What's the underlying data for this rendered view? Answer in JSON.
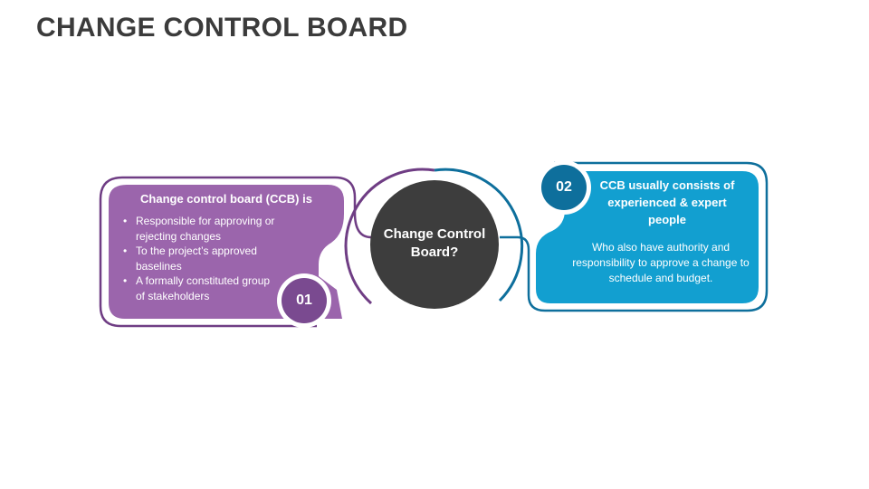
{
  "title": "CHANGE CONTROL BOARD",
  "colors": {
    "purple": "#9b65ac",
    "purple_dark": "#6f3d84",
    "blue": "#129fd0",
    "blue_dark": "#0e6f9c",
    "center": "#3d3d3d",
    "title": "#3b3b3b"
  },
  "left_card": {
    "heading": "Change control board (CCB) is",
    "bullets": [
      "Responsible for approving or rejecting changes",
      "To the project’s approved baselines",
      "A formally constituted group of stakeholders"
    ],
    "badge": "01"
  },
  "center": {
    "label": "Change Control Board?"
  },
  "right_card": {
    "heading": "CCB usually consists of experienced & expert people",
    "body": "Who also have authority and responsibility to approve a change to schedule and budget.",
    "badge": "02"
  }
}
